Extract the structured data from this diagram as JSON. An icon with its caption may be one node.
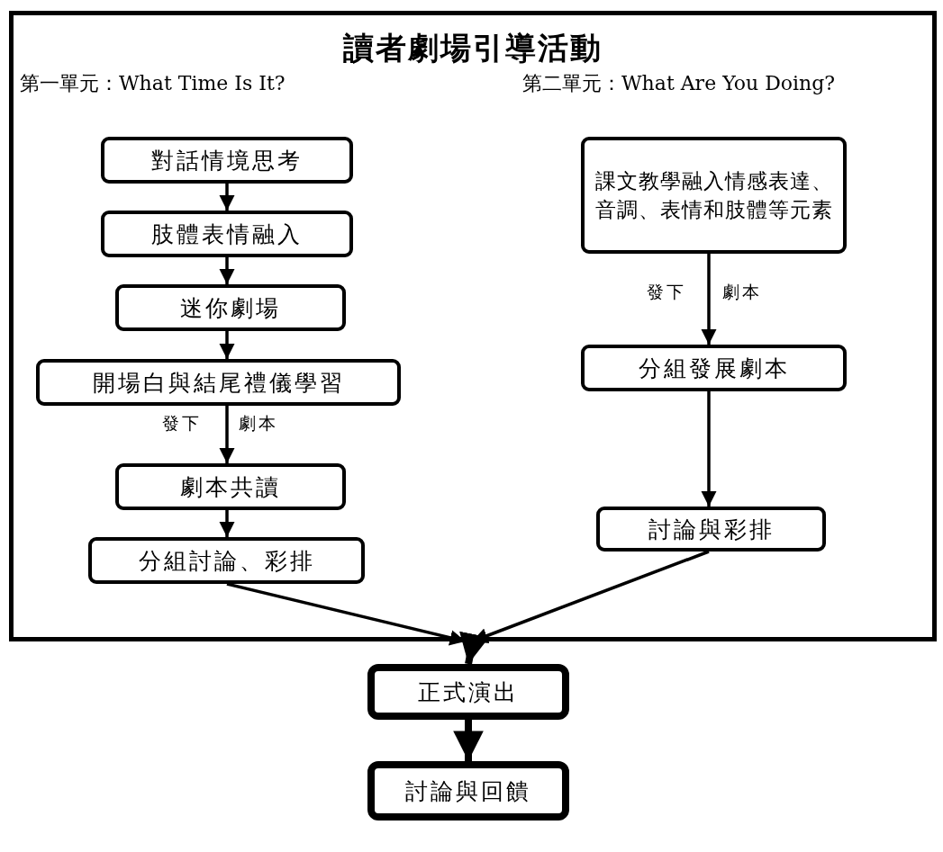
{
  "diagram": {
    "nodes": [
      {
        "text": [
          "讀者劇場引導活動"
        ]
      },
      {
        "text": [
          "對話情境思考"
        ],
        "in": 0
      },
      {
        "text": [
          "肢體表情融入"
        ],
        "in": 0
      },
      {
        "text": [
          "迷你劇場"
        ],
        "in": 0
      },
      {
        "text": [
          "開場白與結尾禮儀學習"
        ],
        "in": 0
      },
      {
        "text": [
          "劇本共讀"
        ],
        "in": 0
      },
      {
        "text": [
          "分組討論、彩排"
        ],
        "in": 0
      },
      {
        "text": [
          "課文教學融入情感表達、音調、表情和肢體等元素"
        ],
        "in": 0
      },
      {
        "text": [
          "分組發展劇本"
        ],
        "in": 0
      },
      {
        "text": [
          "討論與彩排"
        ],
        "in": 0
      },
      {
        "text": [
          "正式演出"
        ]
      },
      {
        "text": [
          "討論與回饋"
        ]
      }
    ],
    "edges": [
      {
        "from": 1,
        "to": 2,
        "arrow": "to"
      },
      {
        "from": 2,
        "to": 3,
        "arrow": "to"
      },
      {
        "from": 3,
        "to": 4,
        "arrow": "to"
      },
      {
        "from": 4,
        "to": 5,
        "arrow": "to"
      },
      {
        "from": 5,
        "to": 6,
        "arrow": "to"
      },
      {
        "from": 7,
        "to": 8,
        "arrow": "to"
      },
      {
        "from": 8,
        "to": 9,
        "arrow": "to"
      },
      {
        "from": 6,
        "to": 0,
        "arrow": "to"
      },
      {
        "from": 9,
        "to": 0,
        "arrow": "to"
      },
      {
        "from": 0,
        "to": 10,
        "arrow": "to",
        "style": "thick"
      },
      {
        "from": 10,
        "to": 11,
        "arrow": "to",
        "style": "thick"
      }
    ],
    "labels": [
      "第一單元：What Time Is It?",
      "第二單元：What Are You Doing?",
      "發下",
      "劇本",
      "發下",
      "劇本"
    ]
  }
}
